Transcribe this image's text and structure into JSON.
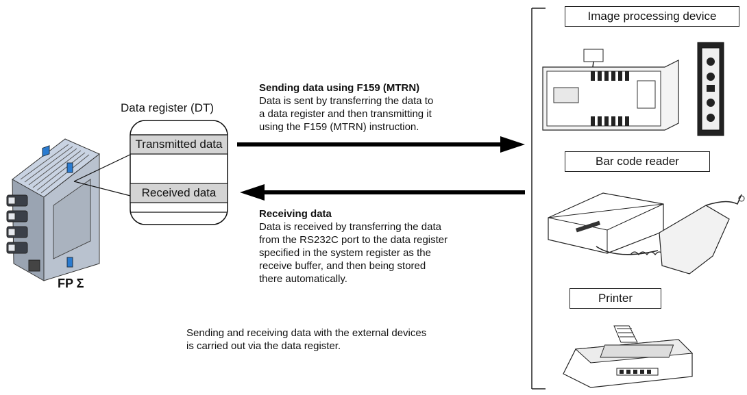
{
  "plc": {
    "label": "FP Σ"
  },
  "data_register": {
    "title": "Data register (DT)",
    "rows": [
      {
        "label": "Transmitted data"
      },
      {
        "label": "Received data"
      }
    ]
  },
  "sending": {
    "heading": "Sending data using F159 (MTRN)",
    "lines": [
      "Data is sent by transferring the data to",
      "a data register and then transmitting it",
      "using the F159 (MTRN) instruction."
    ]
  },
  "receiving": {
    "heading": "Receiving data",
    "lines": [
      "Data is received by transferring the data",
      "from the RS232C port to the data register",
      "specified in the system register as the",
      "receive buffer, and then being stored",
      "there automatically."
    ]
  },
  "footer_note": {
    "lines": [
      "Sending and receiving data with the external devices",
      "is carried out via the data register."
    ]
  },
  "devices": [
    {
      "label": "Image processing device",
      "icon": "image-processing-device-icon"
    },
    {
      "label": "Bar code reader",
      "icon": "bar-code-reader-icon"
    },
    {
      "label": "Printer",
      "icon": "printer-icon"
    }
  ]
}
